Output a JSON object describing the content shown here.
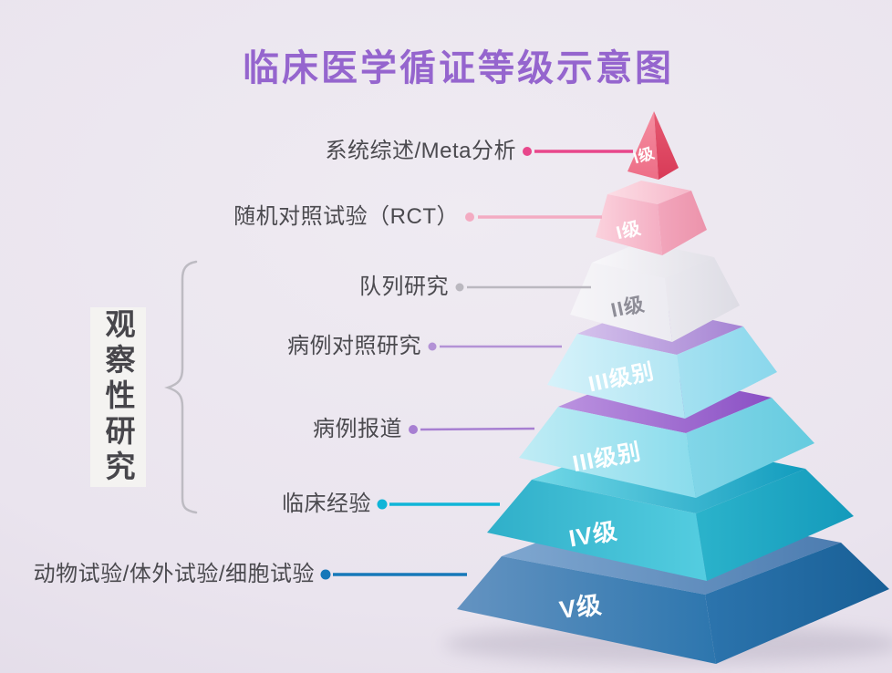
{
  "title": "临床医学循证等级示意图",
  "colors": {
    "title": "#9565ce",
    "annotation_text": "#4b4a4f",
    "bracket": "#bdbbc2",
    "group_box_bg": "#f4f3f1",
    "group_box_text": "#47464b",
    "background": "#eae4ee",
    "shadow": "#978fa5"
  },
  "group": {
    "label": "观察性研究",
    "covers": [
      "队列研究",
      "病例对照研究",
      "病例报道",
      "临床经验"
    ]
  },
  "annotations": [
    {
      "label": "系统综述/Meta分析",
      "level": "I级",
      "line_color": "#e8478b"
    },
    {
      "label": "随机对照试验（RCT）",
      "level": "I级",
      "line_color": "#f3abc2"
    },
    {
      "label": "队列研究",
      "level": "II级",
      "line_color": "#bab8bf"
    },
    {
      "label": "病例对照研究",
      "level": "III级别",
      "line_color": "#b392d6"
    },
    {
      "label": "病例报道",
      "level": "III级别",
      "line_color": "#a77fd2"
    },
    {
      "label": "临床经验",
      "level": "IV级",
      "line_color": "#10b5d8"
    },
    {
      "label": "动物试验/体外试验/细胞试验",
      "level": "V级",
      "line_color": "#1678b9"
    }
  ],
  "pyramid": {
    "levels": [
      {
        "label": "I级",
        "shape": "cone",
        "text_color": "#ffffff",
        "faces": {
          "L": [
            "#f58da0",
            "#ed6d86"
          ],
          "R": [
            "#e65a72",
            "#d83a57"
          ]
        }
      },
      {
        "label": "I级",
        "shape": "frustum",
        "text_color": "#ffffff",
        "faces": {
          "T": [
            "#fcdde5",
            "#f6b7c9"
          ],
          "L": [
            "#fbd2dd",
            "#f4adc2"
          ],
          "R": [
            "#f2a6bc",
            "#ec93ab"
          ]
        }
      },
      {
        "label": "II级",
        "shape": "frustum",
        "text_color": "#8e8d97",
        "faces": {
          "T": [
            "#f8f7fa",
            "#e2e1e8"
          ],
          "L": [
            "#f6f5f8",
            "#ecebf1"
          ],
          "R": [
            "#eae9ef",
            "#dddce4"
          ]
        }
      },
      {
        "label": "III级别",
        "shape": "frustum",
        "text_color": "#ffffff",
        "faces": {
          "T": [
            "#d5c2ec",
            "#a583d3"
          ],
          "L": [
            "#d6f2fa",
            "#b0e5f3"
          ],
          "R": [
            "#a5e1f1",
            "#8ad7ec"
          ]
        }
      },
      {
        "label": "III级别",
        "shape": "frustum",
        "text_color": "#ffffff",
        "faces": {
          "T": [
            "#bb93e0",
            "#8a4fc4"
          ],
          "L": [
            "#c0ecf5",
            "#8adcec"
          ],
          "R": [
            "#82d6e8",
            "#65cbdf"
          ]
        }
      },
      {
        "label": "IV级",
        "shape": "frustum",
        "text_color": "#ffffff",
        "faces": {
          "T": [
            "#72d8e7",
            "#129cbe"
          ],
          "L": [
            "#2fafc9",
            "#54cde0"
          ],
          "R": [
            "#2bb3cb",
            "#149abb"
          ]
        }
      },
      {
        "label": "V级",
        "shape": "frustum",
        "text_color": "#ffffff",
        "faces": {
          "T": [
            "#7fa7d0",
            "#4c7cb0"
          ],
          "L": [
            "#6493c1",
            "#2d76ae"
          ],
          "R": [
            "#2c74ad",
            "#185f96"
          ]
        }
      }
    ]
  },
  "chart_data": {
    "type": "pyramid",
    "title": "临床医学循证等级示意图",
    "levels_top_to_bottom": [
      {
        "level": "I级",
        "study_type": "系统综述/Meta分析"
      },
      {
        "level": "I级",
        "study_type": "随机对照试验（RCT）"
      },
      {
        "level": "II级",
        "study_type": "队列研究"
      },
      {
        "level": "III级别",
        "study_type": "病例对照研究"
      },
      {
        "level": "III级别",
        "study_type": "病例报道"
      },
      {
        "level": "IV级",
        "study_type": "临床经验"
      },
      {
        "level": "V级",
        "study_type": "动物试验/体外试验/细胞试验"
      }
    ],
    "group_annotation": {
      "label": "观察性研究",
      "covers_levels": [
        "II级",
        "III级别",
        "III级别",
        "IV级"
      ]
    }
  }
}
